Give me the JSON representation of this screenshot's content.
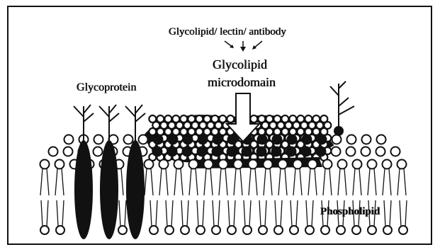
{
  "labels": {
    "top": "Glycolipid/ lectin/ antibody",
    "microdomain_line1": "Glycolipid",
    "microdomain_line2": "microdomain",
    "glycoprotein": "Glycoprotein",
    "phospholipid": "Phospholipid"
  },
  "colors": {
    "ink": "#111111",
    "background": "#ffffff",
    "head_fill": "#ffffff"
  }
}
